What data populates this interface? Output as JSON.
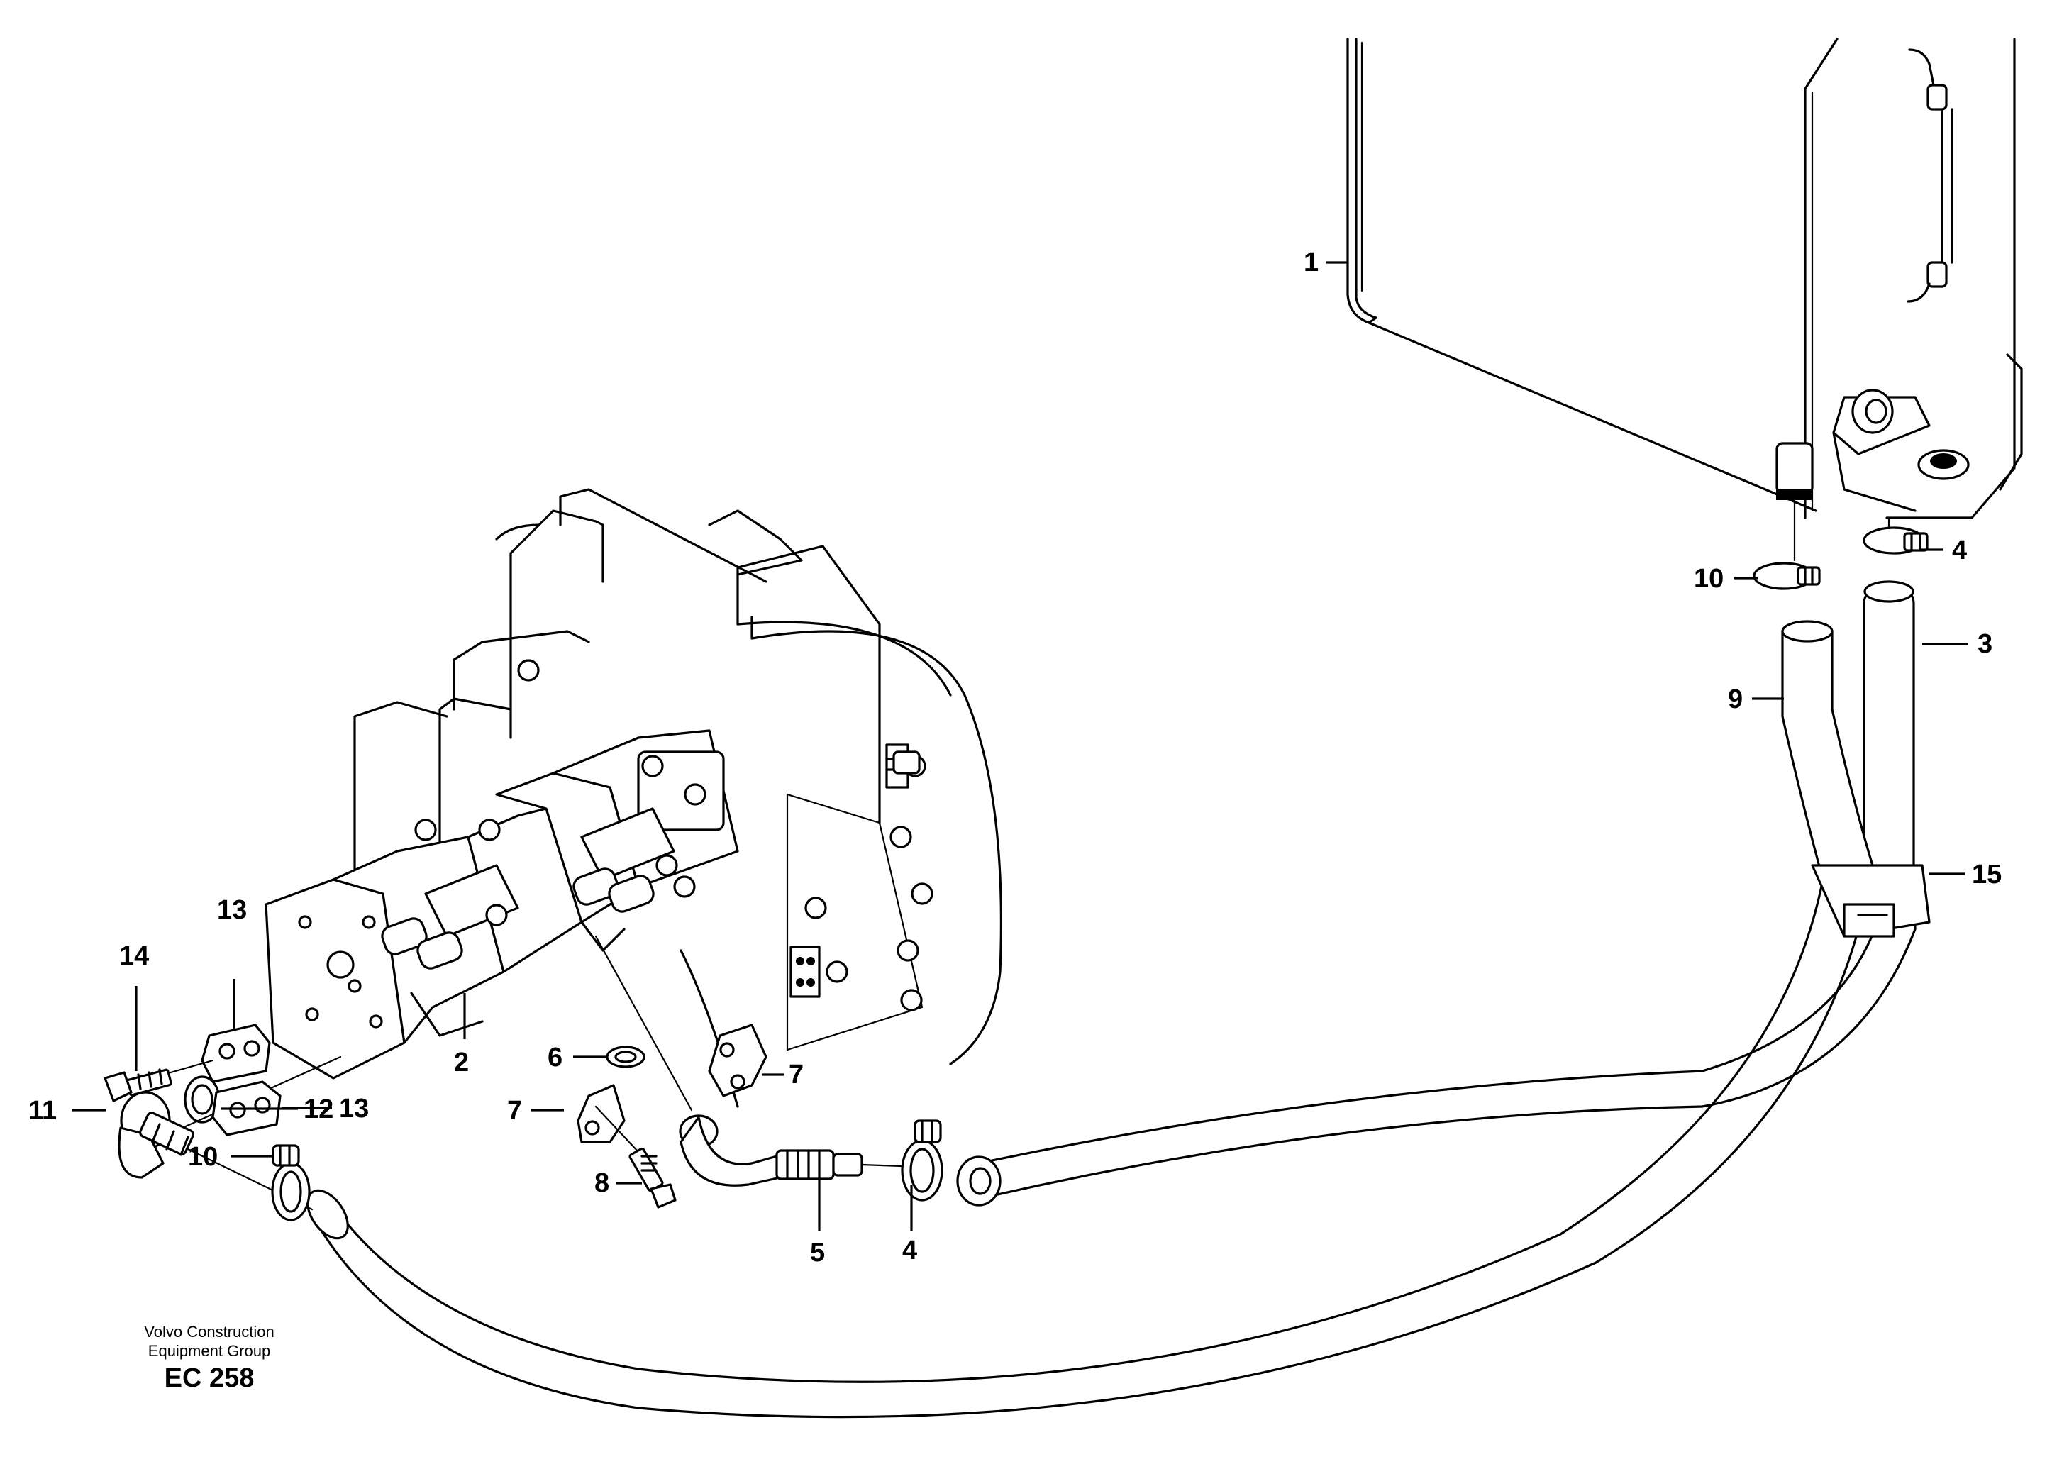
{
  "callouts": [
    {
      "id": "c1",
      "text": "1"
    },
    {
      "id": "c2",
      "text": "2"
    },
    {
      "id": "c3",
      "text": "3"
    },
    {
      "id": "c4a",
      "text": "4"
    },
    {
      "id": "c4b",
      "text": "4"
    },
    {
      "id": "c5",
      "text": "5"
    },
    {
      "id": "c6",
      "text": "6"
    },
    {
      "id": "c7a",
      "text": "7"
    },
    {
      "id": "c7b",
      "text": "7"
    },
    {
      "id": "c8",
      "text": "8"
    },
    {
      "id": "c9",
      "text": "9"
    },
    {
      "id": "c10a",
      "text": "10"
    },
    {
      "id": "c10b",
      "text": "10"
    },
    {
      "id": "c11",
      "text": "11"
    },
    {
      "id": "c12",
      "text": "12"
    },
    {
      "id": "c13a",
      "text": "13"
    },
    {
      "id": "c13b",
      "text": "13"
    },
    {
      "id": "c14",
      "text": "14"
    },
    {
      "id": "c15",
      "text": "15"
    }
  ],
  "footer": {
    "line1": "Volvo Construction",
    "line2": "Equipment Group",
    "code": "EC 258"
  }
}
